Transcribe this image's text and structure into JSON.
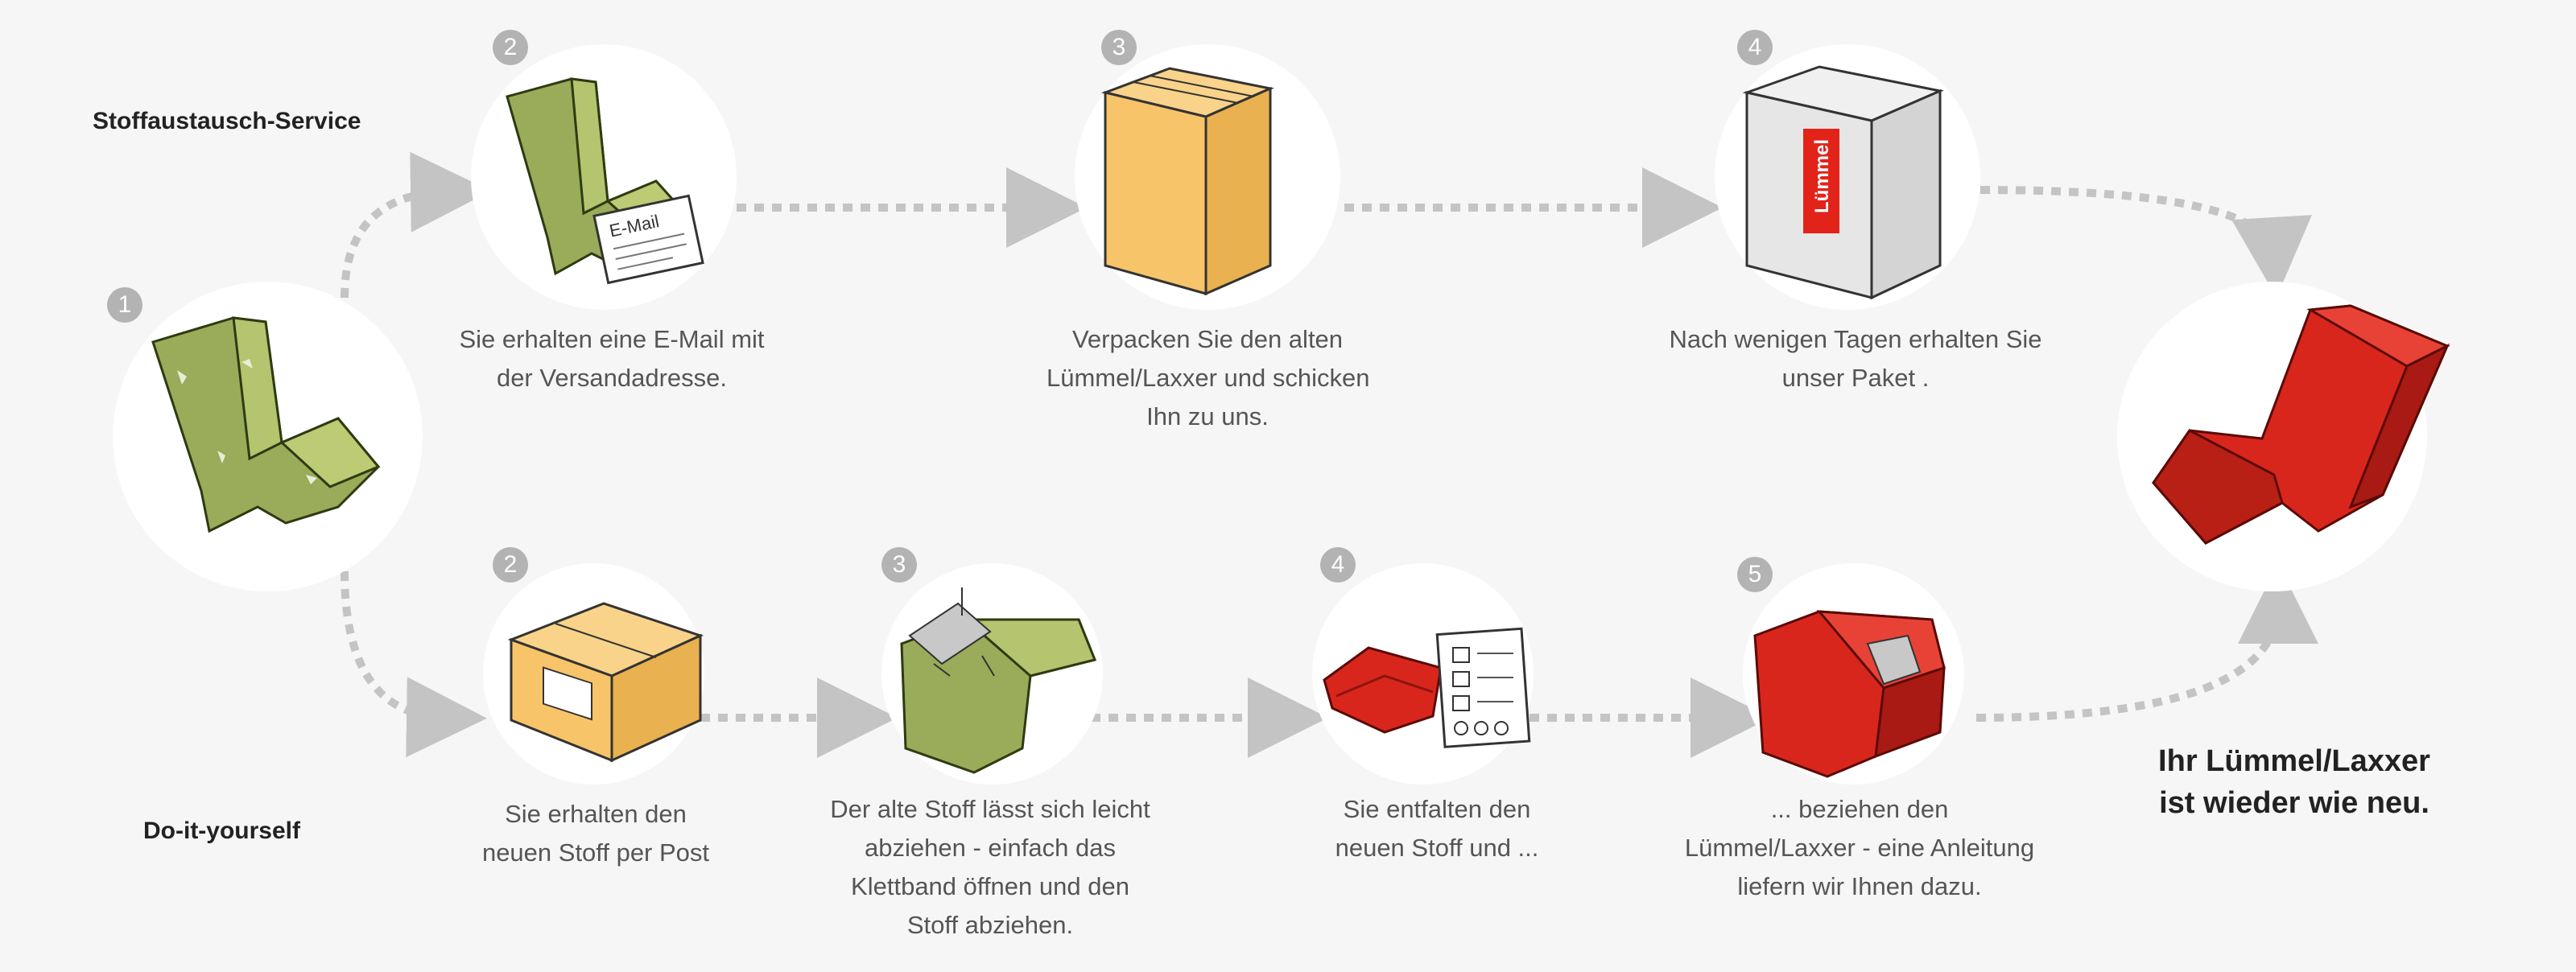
{
  "labels": {
    "service": "Stoffaustausch-Service",
    "diy": "Do-it-yourself"
  },
  "start_step": {
    "number": "1"
  },
  "service_steps": [
    {
      "number": "2",
      "lines": [
        "Sie erhalten eine E-Mail mit",
        "der Versandadresse."
      ],
      "icon_text": "E-Mail"
    },
    {
      "number": "3",
      "lines": [
        "Verpacken Sie den alten",
        "Lümmel/Laxxer und schicken",
        "Ihn zu uns."
      ]
    },
    {
      "number": "4",
      "lines": [
        "Nach wenigen Tagen erhalten Sie",
        "unser Paket ."
      ],
      "icon_text": "Lümmel"
    }
  ],
  "diy_steps": [
    {
      "number": "2",
      "lines": [
        "Sie erhalten den",
        "neuen Stoff per Post"
      ]
    },
    {
      "number": "3",
      "lines": [
        "Der alte Stoff lässt sich leicht",
        "abziehen - einfach das",
        "Klettband öffnen und den",
        "Stoff abziehen."
      ]
    },
    {
      "number": "4",
      "lines": [
        "Sie entfalten den",
        "neuen Stoff und ..."
      ]
    },
    {
      "number": "5",
      "lines": [
        "... beziehen den",
        "Lümmel/Laxxer - eine Anleitung",
        "liefern wir Ihnen dazu."
      ]
    }
  ],
  "result": {
    "lines": [
      "Ihr Lümmel/Laxxer",
      "ist wieder wie neu."
    ]
  },
  "colors": {
    "background": "#f6f6f6",
    "circle": "#ffffff",
    "badge": "#b3b3b3",
    "arrow": "#c4c4c4",
    "old_fabric": "#9aab5a",
    "new_fabric": "#d9261c",
    "box": "#f7c469",
    "brand_red": "#e2231a"
  }
}
